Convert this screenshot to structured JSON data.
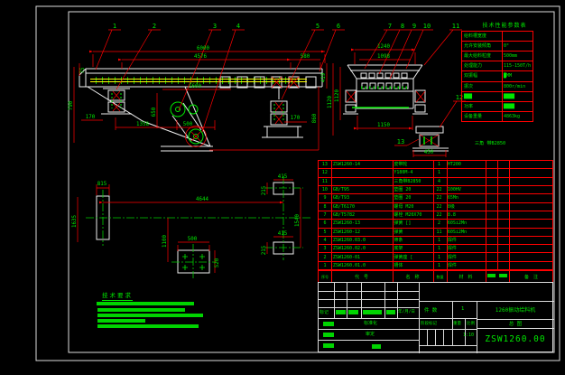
{
  "balloons": [
    "1",
    "2",
    "3",
    "4",
    "5",
    "6",
    "7",
    "8",
    "9",
    "10",
    "11",
    "12",
    "13"
  ],
  "main_view": {
    "dims": {
      "d6000": "6000",
      "d4576": "4576",
      "d580": "580",
      "d75": "75",
      "d790": "790",
      "d1600": "1600",
      "d650": "650",
      "d1358": "1358",
      "d500": "500",
      "d170l": "170",
      "d170r": "170",
      "d419": "419",
      "d1120": "1120",
      "d860": "860"
    }
  },
  "end_view": {
    "dims": {
      "d1240": "1240",
      "d1098": "1098",
      "d1150": "1150",
      "d1120": "1120",
      "d450": "450"
    },
    "belt_label": "三角 带B2850"
  },
  "plan_view": {
    "dims": {
      "d815": "815",
      "d1635": "1635",
      "d4644": "4644",
      "d1100": "1100",
      "d500": "500",
      "d520": "520",
      "d415t": "415",
      "d215t": "215",
      "d1540": "1540",
      "d415b": "415",
      "d215b": "215"
    }
  },
  "tech_table": {
    "title": "技术性能参数表",
    "rows": [
      {
        "label": "给料槽宽度",
        "value": ""
      },
      {
        "label": "允许安装倾角",
        "value": "0°"
      },
      {
        "label": "最大给料粒度",
        "value": "500mm"
      },
      {
        "label": "处理能力",
        "value": "115-150T/h"
      },
      {
        "label": "双振幅",
        "value": "█MM"
      },
      {
        "label": "振次",
        "value": "800r/min"
      },
      {
        "label": "███",
        "value": "████"
      },
      {
        "label": "功率",
        "value": "████"
      },
      {
        "label": "设备重量",
        "value": "4863kg"
      }
    ]
  },
  "bom": {
    "headers": {
      "no": "序号",
      "code": "代  号",
      "name": "名  称",
      "qty": "数量",
      "material": "材  料",
      "remark": "备 注"
    },
    "rows": [
      {
        "no": "13",
        "code": "ZSW1260-14",
        "name": "皮带轮",
        "qty": "1",
        "material": "HT200",
        "w1": "",
        "w2": "",
        "remark": ""
      },
      {
        "no": "12",
        "code": "",
        "name": "Y180M-4",
        "qty": "1",
        "material": "",
        "w1": "",
        "w2": "",
        "remark": ""
      },
      {
        "no": "11",
        "code": "",
        "name": "三角带B2850",
        "qty": "4",
        "material": "",
        "w1": "",
        "w2": "",
        "remark": ""
      },
      {
        "no": "10",
        "code": "GB/T95",
        "name": "垫圈 20",
        "qty": "22",
        "material": "100HV",
        "w1": "",
        "w2": "",
        "remark": ""
      },
      {
        "no": "9",
        "code": "GB/T93",
        "name": "垫圈 20",
        "qty": "22",
        "material": "65Mn",
        "w1": "",
        "w2": "",
        "remark": ""
      },
      {
        "no": "8",
        "code": "GB/T6170",
        "name": "螺母 M20",
        "qty": "22",
        "material": "8级",
        "w1": "",
        "w2": "",
        "remark": ""
      },
      {
        "no": "7",
        "code": "GB/T5782",
        "name": "螺栓 M20X70",
        "qty": "22",
        "material": "8.8",
        "w1": "",
        "w2": "",
        "remark": ""
      },
      {
        "no": "6",
        "code": "ZSW1260-13",
        "name": "弹簧 []",
        "qty": "2",
        "material": "60Si2Mn",
        "w1": "",
        "w2": "",
        "remark": ""
      },
      {
        "no": "5",
        "code": "ZSW1260-12",
        "name": "弹簧",
        "qty": "11",
        "material": "60Si2Mn",
        "w1": "",
        "w2": "",
        "remark": ""
      },
      {
        "no": "4",
        "code": "ZSW1260.03.0",
        "name": "筛条",
        "qty": "1",
        "material": "焊件",
        "w1": "",
        "w2": "",
        "remark": ""
      },
      {
        "no": "3",
        "code": "ZSW1260.02.0",
        "name": "底架",
        "qty": "1",
        "material": "焊件",
        "w1": "",
        "w2": "",
        "remark": ""
      },
      {
        "no": "2",
        "code": "ZSW1260-01",
        "name": "弹簧座 [",
        "qty": "1",
        "material": "焊件",
        "w1": "",
        "w2": "",
        "remark": ""
      },
      {
        "no": "1",
        "code": "ZSW1260.01.0",
        "name": "槽体",
        "qty": "1",
        "material": "焊件",
        "w1": "",
        "w2": "",
        "remark": ""
      }
    ]
  },
  "title_block": {
    "mark_label": "标记",
    "date_label": "年/月/日",
    "std_label": "标准化",
    "approve_label": "审定",
    "qty_label": "件 数",
    "qty_value": "1",
    "stage_label": "阶段标记",
    "weight_label": "重量",
    "scale_label": "比例",
    "scale_value": "1:10",
    "product_name": "1260振动给料机",
    "sheet_name": "总  图",
    "drawing_no": "ZSW1260.00"
  },
  "tech_notes": {
    "title": "技术要求"
  }
}
